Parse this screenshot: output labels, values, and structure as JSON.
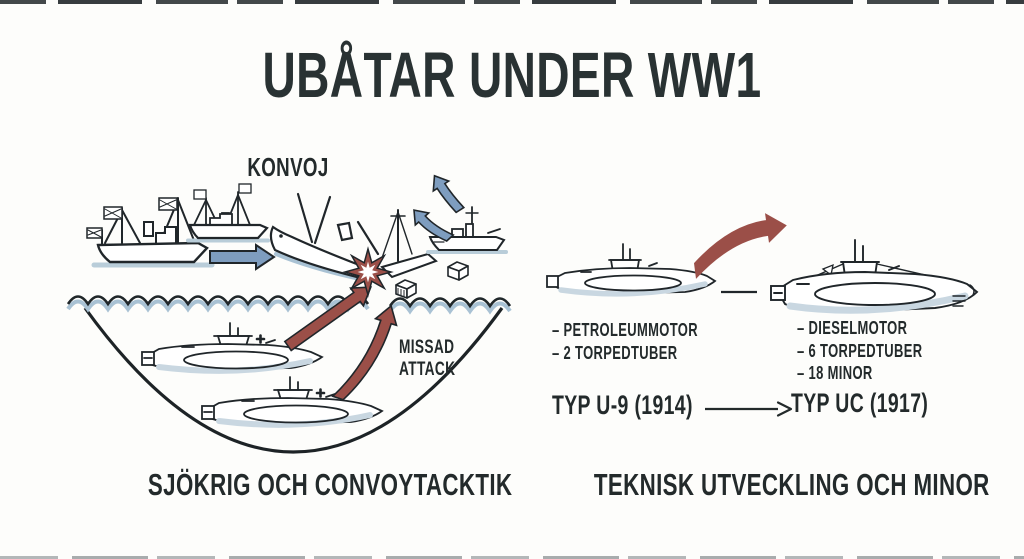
{
  "title": "UBÅTAR UNDER WW1",
  "colors": {
    "background": "#fdfdfb",
    "ink": "#20262a",
    "title_ink": "#293233",
    "steel_blue": "#7e9dbf",
    "steel_blue_light": "#b9cdd9",
    "brick_red": "#9b4f48",
    "hull_shade": "#c9d7e1"
  },
  "left_panel": {
    "convoy_label": "KONVOJ",
    "missed_attack_line1": "MISSAD",
    "missed_attack_line2": "ATTACK",
    "caption": "SJÖKRIG OCH CONVOYTACKTIK"
  },
  "right_panel": {
    "sub_old": {
      "type_label": "TYP U-9 (1914)",
      "features": [
        "– PETROLEUMMOTOR",
        "– 2 TORPEDTUBER"
      ]
    },
    "sub_new": {
      "type_label": "TYP UC (1917)",
      "features": [
        "– DIESELMOTOR",
        "– 6 TORPEDTUBER",
        "– 18 MINOR"
      ]
    },
    "caption": "TEKNISK UTVECKLING OCH MINOR"
  }
}
